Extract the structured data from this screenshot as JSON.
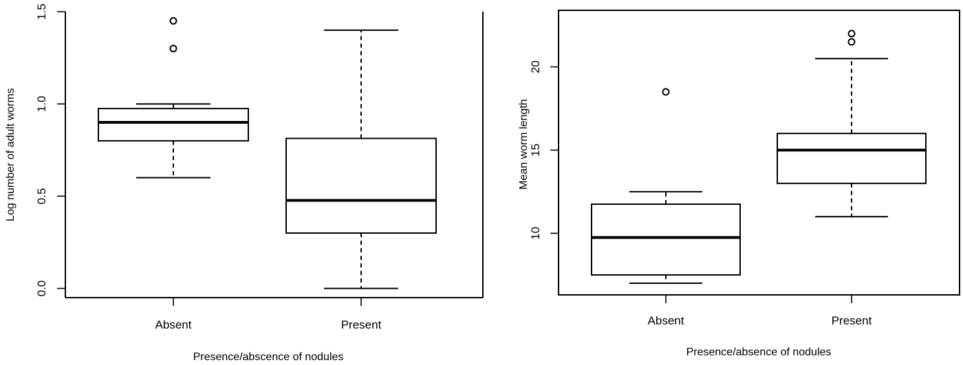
{
  "chart_data": [
    {
      "type": "box",
      "xlabel": "Presence/abscence of nodules",
      "ylabel": "Log number of adult worms",
      "categories": [
        "Absent",
        "Present"
      ],
      "ylim": [
        -0.05,
        1.5
      ],
      "yticks": [
        0.0,
        0.5,
        1.0,
        1.5
      ],
      "ytick_labels": [
        "0.0",
        "0.5",
        "1.0",
        "1.5"
      ],
      "boxes": [
        {
          "category": "Absent",
          "whisker_low": 0.6,
          "q1": 0.8,
          "median": 0.9,
          "q3": 0.975,
          "whisker_high": 1.0,
          "outliers": [
            1.3,
            1.45
          ]
        },
        {
          "category": "Present",
          "whisker_low": 0.0,
          "q1": 0.3,
          "median": 0.477,
          "q3": 0.813,
          "whisker_high": 1.4,
          "outliers": []
        }
      ],
      "grid": false
    },
    {
      "type": "box",
      "xlabel": "Presence/absence of nodules",
      "ylabel": "Mean worm length",
      "categories": [
        "Absent",
        "Present"
      ],
      "ylim": [
        6.3,
        23.4
      ],
      "yticks": [
        10,
        15,
        20
      ],
      "ytick_labels": [
        "10",
        "15",
        "20"
      ],
      "boxes": [
        {
          "category": "Absent",
          "whisker_low": 7.0,
          "q1": 7.5,
          "median": 9.75,
          "q3": 11.75,
          "whisker_high": 12.5,
          "outliers": [
            18.5
          ]
        },
        {
          "category": "Present",
          "whisker_low": 11.0,
          "q1": 13.0,
          "median": 15.0,
          "q3": 16.0,
          "whisker_high": 20.5,
          "outliers": [
            21.5,
            22.0
          ]
        }
      ],
      "grid": false
    }
  ]
}
